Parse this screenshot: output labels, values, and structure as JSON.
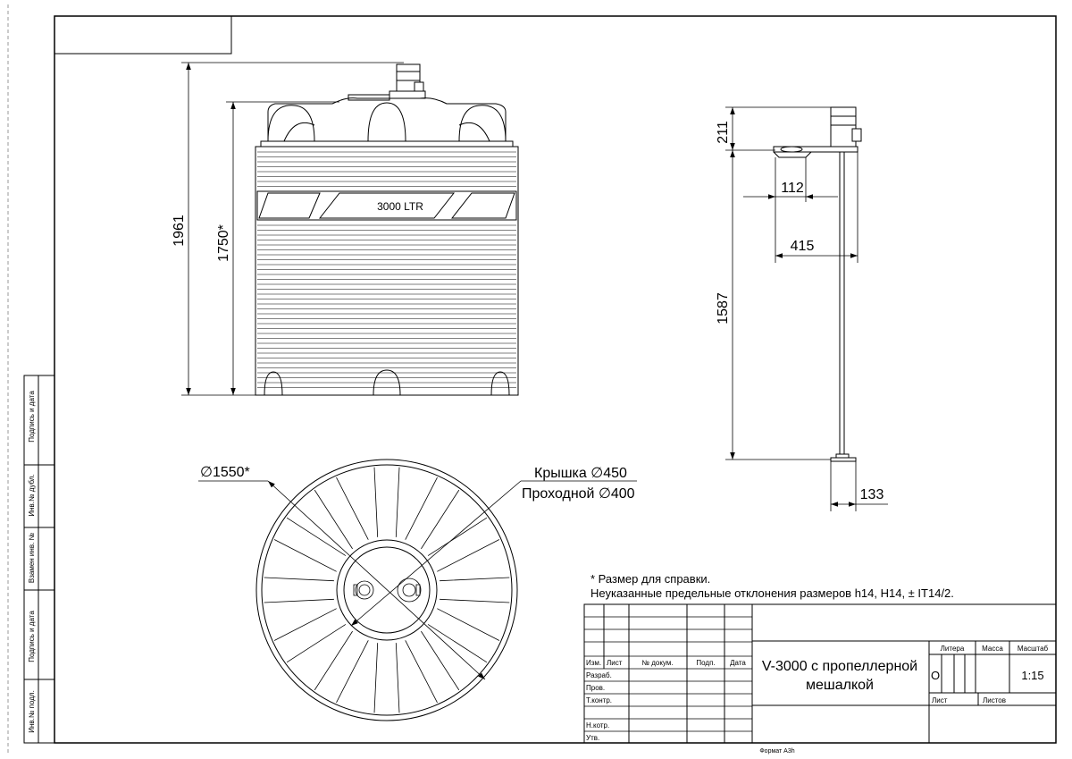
{
  "tank_label": "3000 LTR",
  "front_view": {
    "dim_total_height": "1961",
    "dim_body_height": "1750*"
  },
  "mixer_view": {
    "dim_motor": "211",
    "dim_flange": "112",
    "dim_plate": "415",
    "dim_shaft": "1587",
    "dim_propeller": "133"
  },
  "top_view": {
    "dim_diameter": "∅1550*",
    "lid_label": "Крышка ∅450",
    "manhole_label": "Проходной ∅400"
  },
  "notes": {
    "reference": "* Размер для справки.",
    "tolerances": "Неуказанные предельные отклонения размеров h14, H14, ± IT14/2."
  },
  "title_block": {
    "title_line1": "V-3000 с пропеллерной",
    "title_line2": "мешалкой",
    "col_izm": "Изм.",
    "col_list": "Лист",
    "col_doc": "№ докум.",
    "col_sign": "Подп.",
    "col_date": "Дата",
    "row_razrab": "Разраб.",
    "row_prov": "Пров.",
    "row_tkontr": "Т.контр.",
    "row_nkontr": "Н.котр.",
    "row_utv": "Утв.",
    "litera_label": "Литера",
    "massa_label": "Масса",
    "masshtab_label": "Масштаб",
    "litera_value": "О",
    "scale_value": "1:15",
    "list_label": "Лист",
    "listov_label": "Листов"
  },
  "side_stamp": {
    "podpis_data_1": "Подпись и дата",
    "inv_dubl": "Инв.№ дубл.",
    "vzamen_inv": "Взамен инв. №",
    "podpis_data_2": "Подпись и дата",
    "inv_podl": "Инв.№ подл."
  },
  "format_label": "Формат А3h"
}
